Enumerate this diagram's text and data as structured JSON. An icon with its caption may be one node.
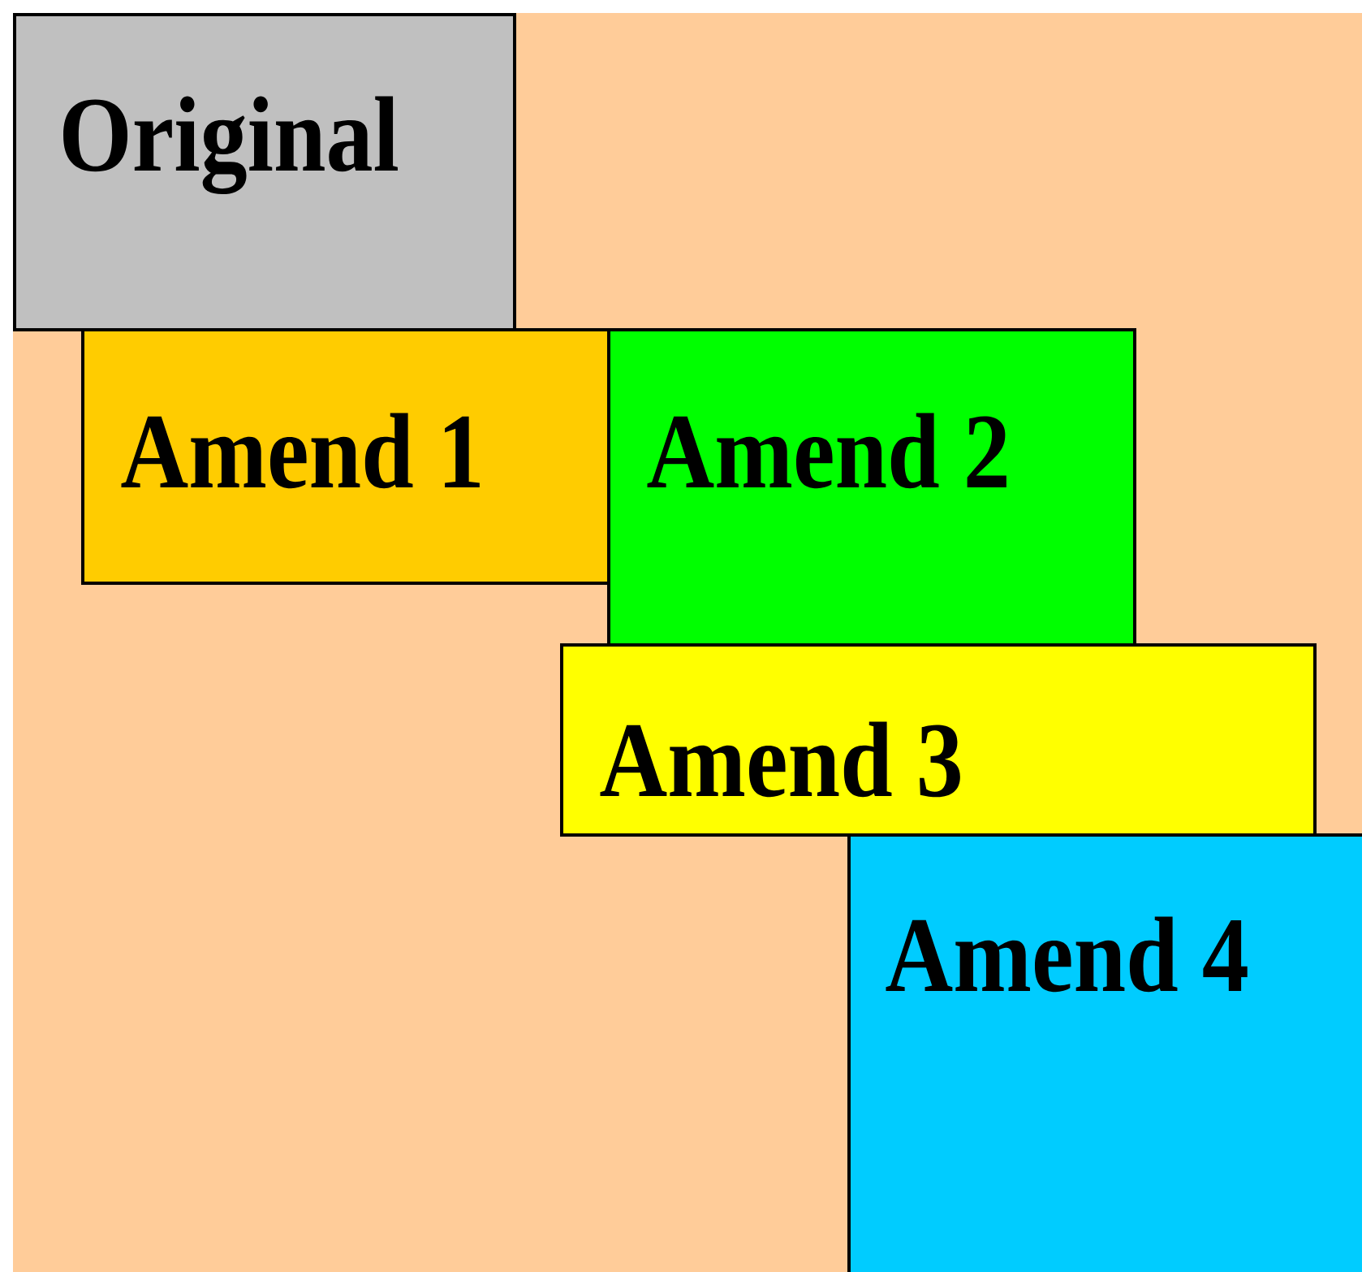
{
  "diagram": {
    "nodes": [
      {
        "text": [
          "Original"
        ]
      },
      {
        "text": [
          "Amend 1"
        ]
      },
      {
        "text": [
          "Amend 2"
        ]
      },
      {
        "text": [
          "Amend 3"
        ]
      },
      {
        "text": [
          "Amend 4"
        ]
      }
    ]
  }
}
